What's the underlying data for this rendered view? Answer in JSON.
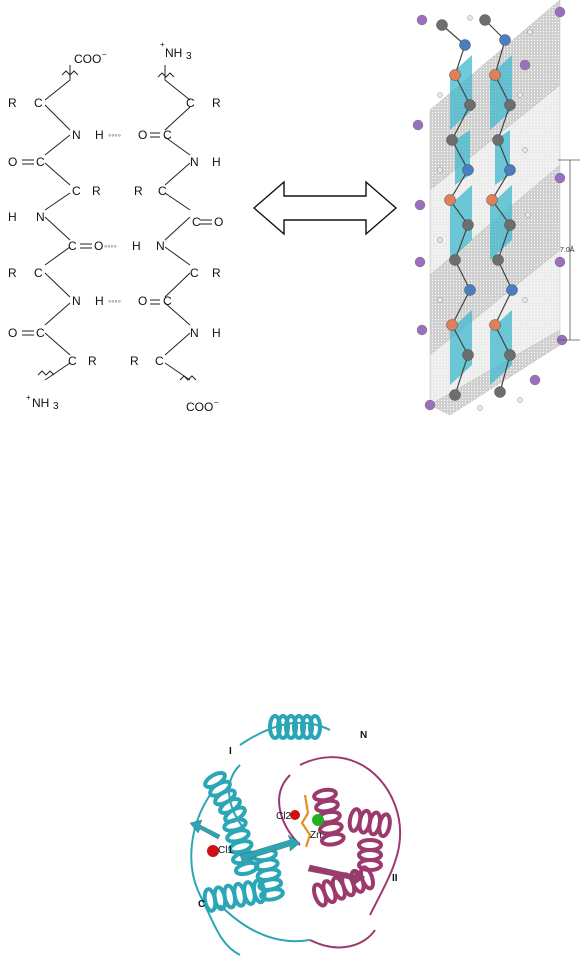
{
  "structure": {
    "left_strand": {
      "top_group": "COO",
      "top_charge": "−",
      "rows": [
        {
          "left": "R",
          "center": "C",
          "right": ""
        },
        {
          "left": "",
          "center": "N",
          "right": "H"
        },
        {
          "left": "O",
          "center": "C",
          "right": ""
        },
        {
          "left": "",
          "center": "C",
          "right": "R"
        },
        {
          "left": "H",
          "center": "N",
          "right": ""
        },
        {
          "left": "",
          "center": "C",
          "right": "O"
        },
        {
          "left": "R",
          "center": "C",
          "right": ""
        },
        {
          "left": "",
          "center": "N",
          "right": "H"
        },
        {
          "left": "O",
          "center": "C",
          "right": ""
        },
        {
          "left": "",
          "center": "C",
          "right": "R"
        }
      ],
      "bottom_group": "NH",
      "bottom_sub": "3",
      "bottom_charge": "+"
    },
    "right_strand": {
      "top_group": "NH",
      "top_sub": "3",
      "top_charge": "+",
      "rows": [
        {
          "left": "",
          "center": "C",
          "right": "R"
        },
        {
          "left": "O",
          "center": "C",
          "right": ""
        },
        {
          "left": "",
          "center": "N",
          "right": "H"
        },
        {
          "left": "R",
          "center": "C",
          "right": ""
        },
        {
          "left": "",
          "center": "C",
          "right": "O"
        },
        {
          "left": "H",
          "center": "N",
          "right": ""
        },
        {
          "left": "",
          "center": "C",
          "right": "R"
        },
        {
          "left": "O",
          "center": "C",
          "right": ""
        },
        {
          "left": "",
          "center": "N",
          "right": "H"
        },
        {
          "left": "R",
          "center": "C",
          "right": ""
        }
      ],
      "bottom_group": "COO",
      "bottom_charge": "−"
    },
    "hbond_dots": "◦◦◦◦"
  },
  "sheet_model": {
    "measure_label": "7.0Å",
    "colors": {
      "carbon": "#6e6e6e",
      "nitrogen": "#4a7ec2",
      "oxygen": "#e0805a",
      "side_chain": "#9b6fc0",
      "hydrogen": "#e8e8e8",
      "pleat_dark": "#8c8c8c",
      "pleat_cyan": "#3fb8cc"
    }
  },
  "protein": {
    "labels": {
      "domain_i": "I",
      "n_term": "N",
      "c_term": "C",
      "domain_ii": "II",
      "site_1": "Cl1",
      "site_2": "Cl2",
      "zinc": "Zn"
    },
    "colors": {
      "domain_i": "#2aa6b6",
      "domain_ii": "#9c3a6e",
      "chloride": "#d01010",
      "zinc": "#22b022",
      "ligand": "#e09020"
    }
  }
}
